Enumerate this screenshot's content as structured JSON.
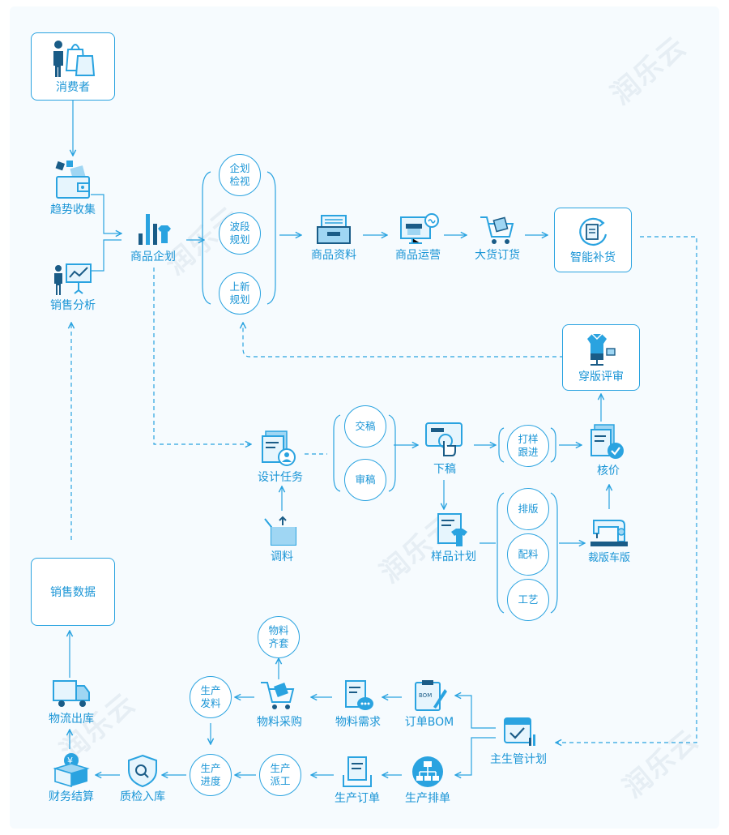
{
  "nodes": {
    "consumer": "消费者",
    "trend": "趋势收集",
    "sales_analysis": "销售分析",
    "plan": "商品企划",
    "product_info": "商品资料",
    "product_ops": "商品运营",
    "bulk_order": "大货订货",
    "smart_replenish": "智能补货",
    "fitting_review": "穿版评审",
    "design_task": "设计任务",
    "material_prep": "调料",
    "release": "下稿",
    "sample_plan": "样品计划",
    "costing": "核价",
    "cutting": "裁版车版",
    "sales_data": "销售数据",
    "logistics": "物流出库",
    "finance": "财务结算",
    "qc": "质检入库",
    "prod_order": "生产订单",
    "scheduling": "生产排单",
    "master_plan": "主生管计划",
    "order_bom": "订单BOM",
    "material_demand": "物料需求",
    "material_purchase": "物料采购"
  },
  "circles": {
    "plan_review": "企划\n检视",
    "wave_plan": "波段\n规划",
    "new_plan": "上新\n规划",
    "submit": "交稿",
    "audit": "审稿",
    "sample_follow": "打样\n跟进",
    "layout": "排版",
    "matching": "配料",
    "craft": "工艺",
    "mat_complete": "物料\n齐套",
    "prod_issue": "生产\n发料",
    "prod_dispatch": "生产\n派工",
    "prod_progress": "生产\n进度"
  },
  "watermark": "润乐云",
  "colors": {
    "accent": "#2aa3e0",
    "text": "#1a95d6",
    "dark": "#1a5c87",
    "light": "#9fd6f3"
  }
}
